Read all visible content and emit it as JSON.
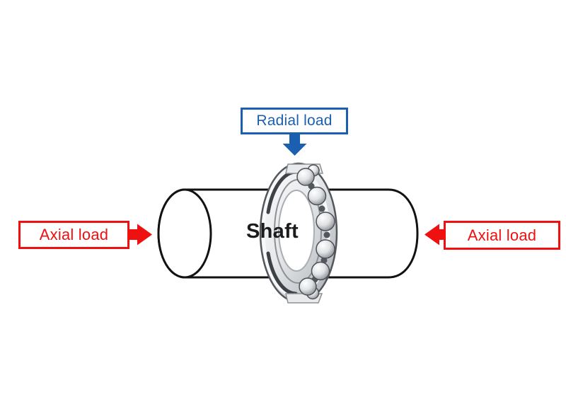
{
  "colors": {
    "radial": "#1b5fb0",
    "axial": "#ef1010",
    "outline": "#121212",
    "shaft_text": "#1c1c1c",
    "background": "#ffffff"
  },
  "labels": {
    "radial": {
      "text": "Radial load"
    },
    "axial_left": {
      "text": "Axial load"
    },
    "axial_right": {
      "text": "Axial load"
    },
    "shaft": {
      "text": "Shaft"
    }
  },
  "icons": {
    "radial_arrow": "arrow-down",
    "axial_left_arrow": "arrow-right",
    "axial_right_arrow": "arrow-left",
    "bearing": "ball-bearing"
  }
}
